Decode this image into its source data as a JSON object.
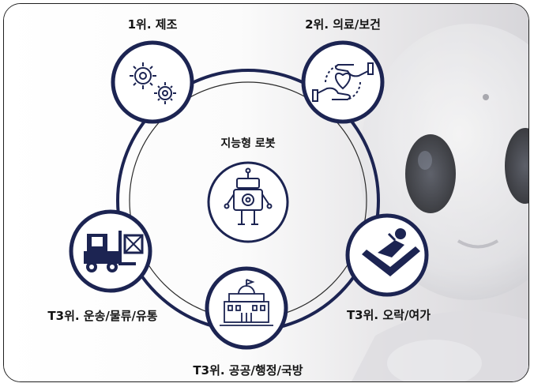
{
  "center": {
    "label": "지능형 로봇",
    "icon": "robot-icon"
  },
  "items": [
    {
      "label": "1위. 제조",
      "icon": "gears-icon"
    },
    {
      "label": "2위. 의료/보건",
      "icon": "hands-heart-icon"
    },
    {
      "label": "T3위. 오락/여가",
      "icon": "person-relaxing-icon"
    },
    {
      "label": "T3위. 공공/행정/국방",
      "icon": "government-building-icon"
    },
    {
      "label": "T3위. 운송/물류/유통",
      "icon": "forklift-icon"
    }
  ],
  "colors": {
    "navy": "#1c2452",
    "ring": "#2b2b2b",
    "text": "#141414"
  }
}
